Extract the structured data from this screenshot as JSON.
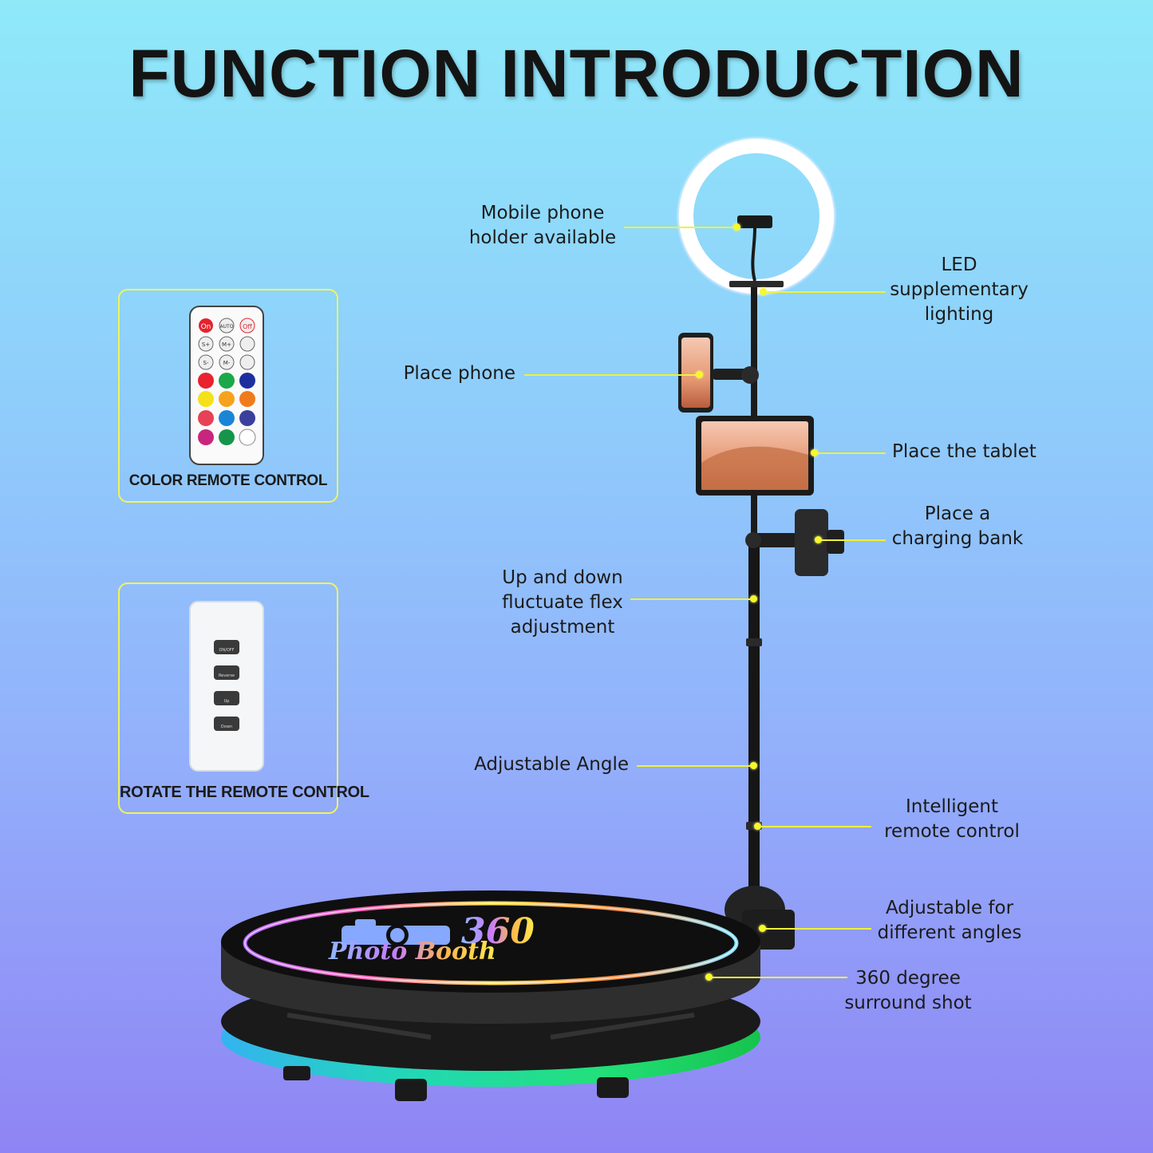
{
  "page": {
    "title": "FUNCTION INTRODUCTION"
  },
  "panels": {
    "color_remote": {
      "caption": "COLOR REMOTE CONTROL",
      "buttons_top": [
        "On",
        "AUTO",
        "Off"
      ],
      "buttons_mid": [
        "S+",
        "M+",
        "S-",
        "M-"
      ],
      "color_buttons": [
        "#e8222e",
        "#1aa84a",
        "#1d2f9e",
        "#f4e11b",
        "#f6a21c",
        "#f07b1c",
        "#e64156",
        "#1a85d6",
        "#3b3f9c",
        "#c8267e",
        "#16954a",
        "#ffffff"
      ]
    },
    "rotate_remote": {
      "caption": "ROTATE THE REMOTE CONTROL",
      "buttons": [
        "ON/OFF",
        "Reverse",
        "Up",
        "Down"
      ]
    }
  },
  "callouts": {
    "phone_holder": [
      "Mobile phone",
      "holder available"
    ],
    "led": [
      "LED",
      "supplementary",
      "lighting"
    ],
    "place_phone": [
      "Place phone"
    ],
    "tablet": [
      "Place the tablet"
    ],
    "charging": [
      "Place a",
      "charging bank"
    ],
    "flex": [
      "Up and down",
      "fluctuate flex",
      "adjustment"
    ],
    "angle": [
      "Adjustable Angle"
    ],
    "remote": [
      "Intelligent",
      "remote control"
    ],
    "angles": [
      "Adjustable for",
      "different angles"
    ],
    "surround": [
      "360 degree",
      "surround shot"
    ]
  },
  "platform": {
    "logo_number": "360",
    "logo_text": "Photo Booth"
  },
  "colors": {
    "callout_line": "#eef23a",
    "panel_border": "#f2f45a"
  }
}
